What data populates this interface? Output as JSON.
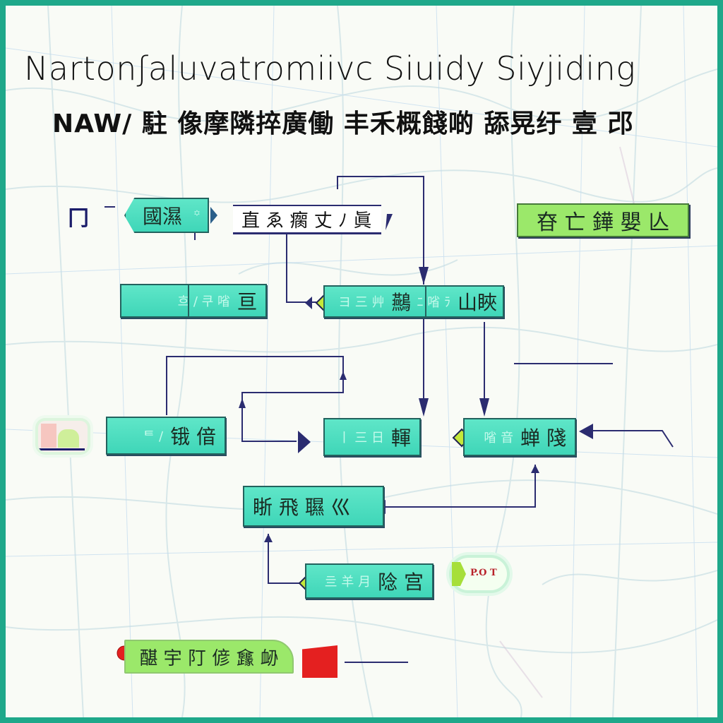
{
  "diagram": {
    "title": "Nartonʃaluvatromiivc Siuidy Siyjiding",
    "subtitle": "NAW/ 駐 像摩隣捽廣働 丰禾概餞啲 舔晃纡 壹 邔",
    "colors": {
      "frame": "#1fa88a",
      "node_fill": "#3fd6b8",
      "node_green": "#9be86a",
      "connector": "#2b2c70",
      "diamond": "#c4e83a",
      "terminal_red": "#e42020"
    },
    "nodes": [
      {
        "id": "n1",
        "label": "國濕",
        "faint": "꙳",
        "type": "teal-tag"
      },
      {
        "id": "n2",
        "label": "直 ゑ 瘸 丈 ﾉ 眞",
        "type": "white-banner"
      },
      {
        "id": "n3",
        "label": "昚 亡 鏵 嬰 亾",
        "type": "green-box"
      },
      {
        "id": "n4",
        "label": "亘",
        "faint": "흐 ∕ 쿠 㗂",
        "type": "teal-box"
      },
      {
        "id": "n5a",
        "label": "䴏",
        "faint": "ヨ 三 ⾋",
        "type": "teal-box"
      },
      {
        "id": "n5b",
        "label": "⼭䀹",
        "faint": "ﾆ 㗂 ﾗ",
        "type": "teal-box"
      },
      {
        "id": "n6",
        "label": "锇 偣",
        "faint": "ᄐ ∕",
        "type": "teal-box"
      },
      {
        "id": "n7",
        "label": "䡣",
        "faint": "⼁ 三 ⽇",
        "type": "teal-box"
      },
      {
        "id": "n8",
        "label": "蝉 䧖",
        "faint": "㗂 ⾳",
        "type": "teal-box"
      },
      {
        "id": "n9",
        "label": "䀿 ⾶ 䏉 ⼮",
        "type": "teal-box"
      },
      {
        "id": "n10",
        "label": "䧔 宫",
        "faint": "亖 ⽺ ⽉",
        "type": "teal-box"
      },
      {
        "id": "n11",
        "label": "䤁 宇 䦺 偐 㒪 䘐",
        "type": "green-terminal"
      }
    ],
    "side_icons": [
      {
        "label": "冂",
        "name": "start-bracket-icon"
      },
      {
        "label": "P.O T",
        "name": "pot-badge"
      }
    ]
  }
}
